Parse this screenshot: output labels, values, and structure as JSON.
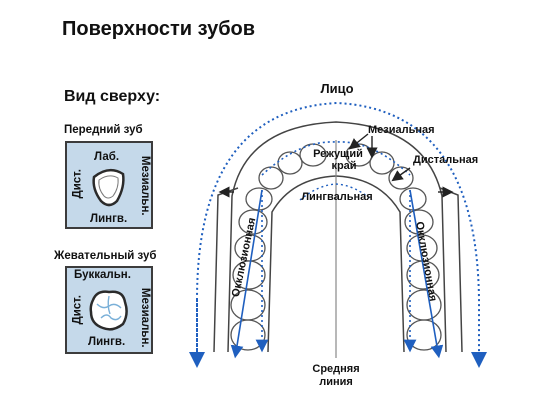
{
  "title": "Поверхности зубов",
  "top_view": {
    "label": "Вид сверху:",
    "front_tooth": {
      "caption": "Передний зуб",
      "top": "Лаб.",
      "bottom": "Лингв.",
      "left": "Дист.",
      "right": "Мезиальн."
    },
    "chewing_tooth": {
      "caption": "Жевательный зуб",
      "top": "Буккальн.",
      "bottom": "Лингв.",
      "left": "Дист.",
      "right": "Мезиальн."
    }
  },
  "arch": {
    "face": "Лицо",
    "mesial": "Мезиальная",
    "incisal_line1": "Режущий",
    "incisal_line2": "край",
    "distal": "Дистальная",
    "lingual": "Лингвальная",
    "occlusal_left": "Окклюзионная",
    "occlusal_right": "Окклюзионная",
    "midline_line1": "Средняя",
    "midline_line2": "линия"
  },
  "colors": {
    "panel_fill": "#c5d9ea",
    "arrow_blue": "#1f5fbf",
    "outline": "#444444"
  }
}
